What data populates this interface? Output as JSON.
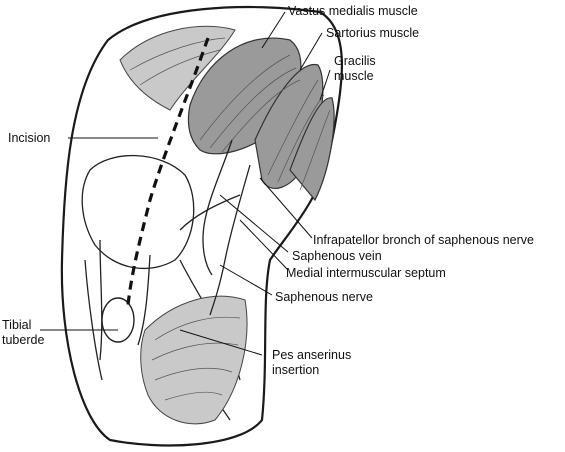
{
  "labels": {
    "vastus_medialis": "Vastus medialis muscle",
    "sartorius": "Sartorius muscle",
    "gracilis_line1": "Gracilis",
    "gracilis_line2": "muscle",
    "incision": "Incision",
    "infrapatellor": "Infrapatellor bronch of saphenous nerve",
    "saphenous_vein": "Saphenous vein",
    "medial_septum": "Medial intermuscular septum",
    "saphenous_nerve": "Saphenous nerve",
    "tibial_line1": "Tibial",
    "tibial_line2": "tuberde",
    "pes_line1": "Pes anserinus",
    "pes_line2": "insertion"
  }
}
